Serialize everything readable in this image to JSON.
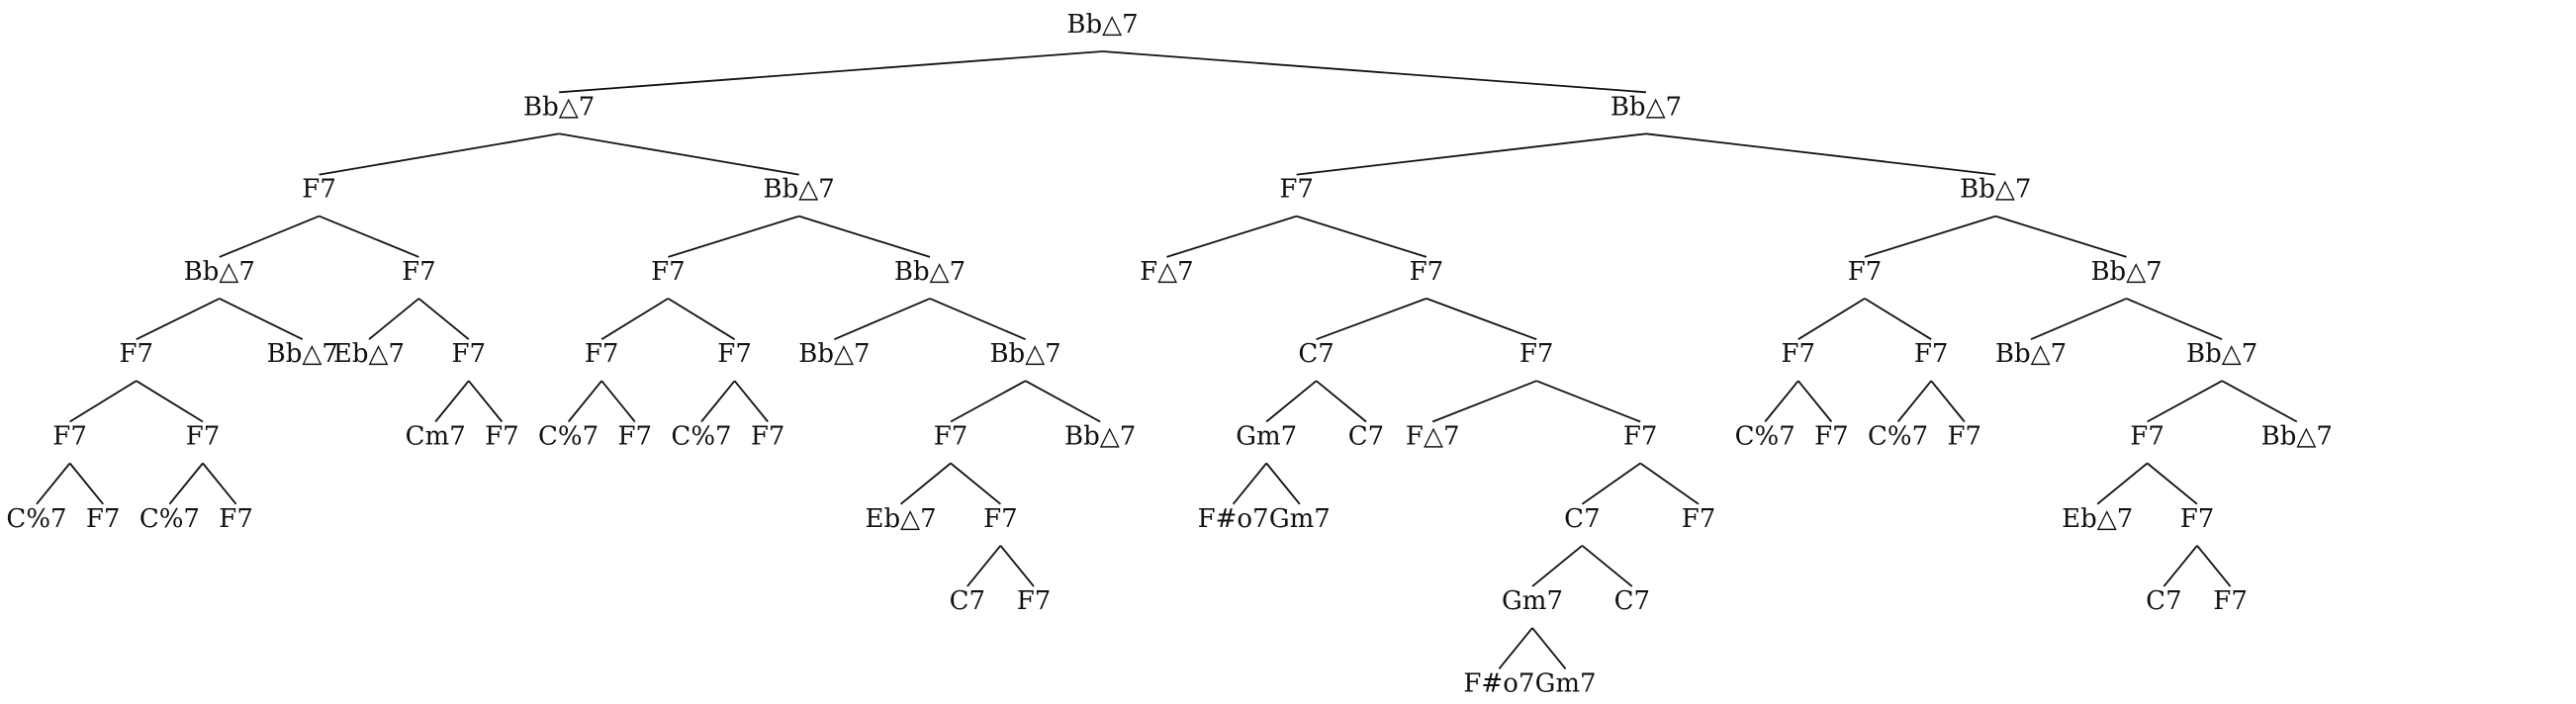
{
  "tree": {
    "label": "Bb△7",
    "children": [
      {
        "label": "Bb△7",
        "children": [
          {
            "label": "F7",
            "children": [
              {
                "label": "Bb△7",
                "children": [
                  {
                    "label": "F7",
                    "children": [
                      {
                        "label": "F7",
                        "children": [
                          {
                            "label": "C%7"
                          },
                          {
                            "label": "F7"
                          }
                        ]
                      },
                      {
                        "label": "F7",
                        "children": [
                          {
                            "label": "C%7"
                          },
                          {
                            "label": "F7"
                          }
                        ]
                      }
                    ]
                  },
                  {
                    "label": "Bb△7"
                  }
                ]
              },
              {
                "label": "F7",
                "children": [
                  {
                    "label": "Eb△7"
                  },
                  {
                    "label": "F7",
                    "children": [
                      {
                        "label": "Cm7"
                      },
                      {
                        "label": "F7"
                      }
                    ]
                  }
                ]
              }
            ]
          },
          {
            "label": "Bb△7",
            "children": [
              {
                "label": "F7",
                "children": [
                  {
                    "label": "F7",
                    "children": [
                      {
                        "label": "C%7"
                      },
                      {
                        "label": "F7"
                      }
                    ]
                  },
                  {
                    "label": "F7",
                    "children": [
                      {
                        "label": "C%7"
                      },
                      {
                        "label": "F7"
                      }
                    ]
                  }
                ]
              },
              {
                "label": "Bb△7",
                "children": [
                  {
                    "label": "Bb△7"
                  },
                  {
                    "label": "Bb△7",
                    "children": [
                      {
                        "label": "F7",
                        "children": [
                          {
                            "label": "Eb△7"
                          },
                          {
                            "label": "F7",
                            "children": [
                              {
                                "label": "C7"
                              },
                              {
                                "label": "F7"
                              }
                            ]
                          }
                        ]
                      },
                      {
                        "label": "Bb△7"
                      }
                    ]
                  }
                ]
              }
            ]
          }
        ]
      },
      {
        "label": "Bb△7",
        "children": [
          {
            "label": "F7",
            "children": [
              {
                "label": "F△7"
              },
              {
                "label": "F7",
                "children": [
                  {
                    "label": "C7",
                    "children": [
                      {
                        "label": "Gm7",
                        "children": [
                          {
                            "label": "F#o7"
                          },
                          {
                            "label": "Gm7"
                          }
                        ]
                      },
                      {
                        "label": "C7"
                      }
                    ]
                  },
                  {
                    "label": "F7",
                    "children": [
                      {
                        "label": "F△7"
                      },
                      {
                        "label": "F7",
                        "children": [
                          {
                            "label": "C7",
                            "children": [
                              {
                                "label": "Gm7",
                                "children": [
                                  {
                                    "label": "F#o7"
                                  },
                                  {
                                    "label": "Gm7"
                                  }
                                ]
                              },
                              {
                                "label": "C7"
                              }
                            ]
                          },
                          {
                            "label": "F7"
                          }
                        ]
                      }
                    ]
                  }
                ]
              }
            ]
          },
          {
            "label": "Bb△7",
            "children": [
              {
                "label": "F7",
                "children": [
                  {
                    "label": "F7",
                    "children": [
                      {
                        "label": "C%7"
                      },
                      {
                        "label": "F7"
                      }
                    ]
                  },
                  {
                    "label": "F7",
                    "children": [
                      {
                        "label": "C%7"
                      },
                      {
                        "label": "F7"
                      }
                    ]
                  }
                ]
              },
              {
                "label": "Bb△7",
                "children": [
                  {
                    "label": "Bb△7"
                  },
                  {
                    "label": "Bb△7",
                    "children": [
                      {
                        "label": "F7",
                        "children": [
                          {
                            "label": "Eb△7"
                          },
                          {
                            "label": "F7",
                            "children": [
                              {
                                "label": "C7"
                              },
                              {
                                "label": "F7"
                              }
                            ]
                          }
                        ]
                      },
                      {
                        "label": "Bb△7"
                      }
                    ]
                  }
                ]
              }
            ]
          }
        ]
      }
    ]
  }
}
